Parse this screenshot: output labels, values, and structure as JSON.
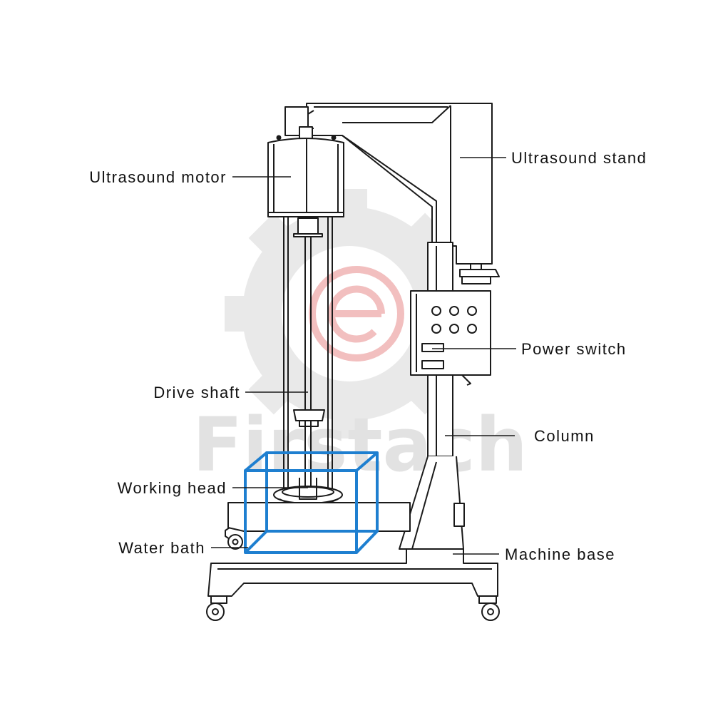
{
  "watermark": {
    "brand": "Firstach"
  },
  "colors": {
    "line": "#1a1a1a",
    "water_bath": "#1e7fd0",
    "watermark_gray": "#cfcfcf",
    "watermark_red": "#e04a4a"
  },
  "labels": {
    "ultrasound_motor": "Ultrasound motor",
    "ultrasound_stand": "Ultrasound stand",
    "power_switch": "Power switch",
    "drive_shaft": "Drive shaft",
    "column": "Column",
    "working_head": "Working head",
    "water_bath": "Water bath",
    "machine_base": "Machine base"
  }
}
